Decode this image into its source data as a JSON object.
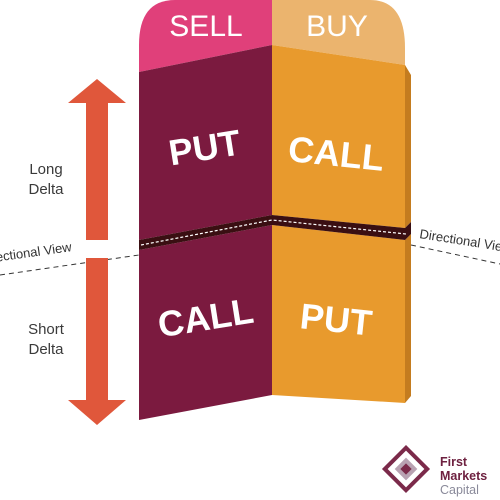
{
  "headers": {
    "sell": "SELL",
    "buy": "BUY"
  },
  "quadrants": {
    "top_left": "PUT",
    "top_right": "CALL",
    "bottom_left": "CALL",
    "bottom_right": "PUT"
  },
  "side_labels": {
    "long_line1": "Long",
    "long_line2": "Delta",
    "short_line1": "Short",
    "short_line2": "Delta"
  },
  "divider_labels": {
    "left": "Directional View",
    "right": "Directional View"
  },
  "logo": {
    "line1": "First",
    "line2": "Markets",
    "line3": "Capital"
  },
  "colors": {
    "sell_header": "#e0407a",
    "buy_header": "#ebb46e",
    "sell_panel": "#7b1a3f",
    "buy_panel": "#e89a2d",
    "arrow": "#e0573b",
    "divider_band": "#3a0f12"
  }
}
